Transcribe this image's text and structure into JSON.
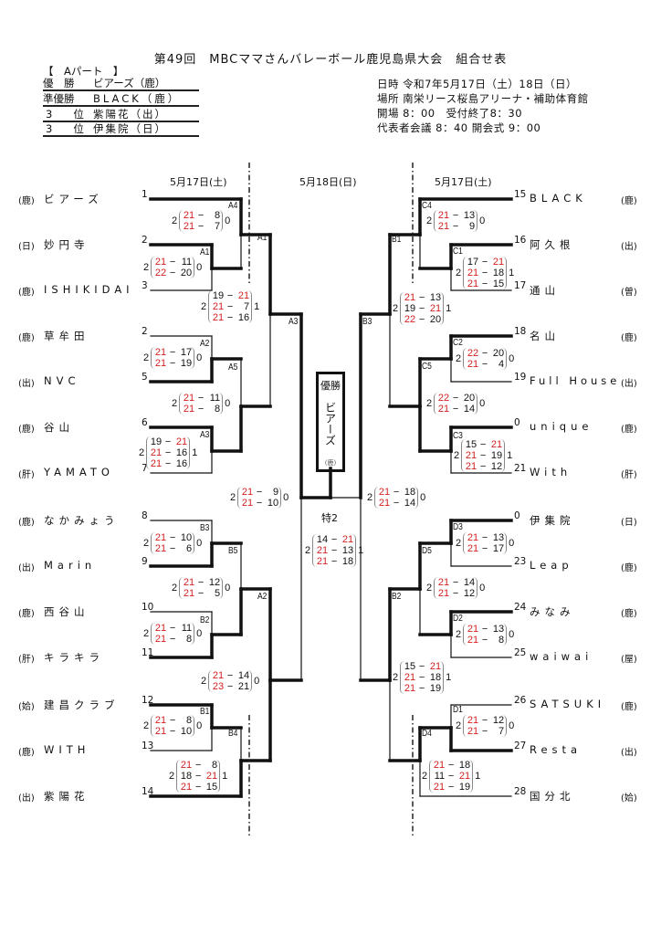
{
  "title": "第49回　MBCママさんバレーボール鹿児島県大会　組合せ表",
  "part": "【　Aパート　】",
  "results": [
    {
      "rank": "優　勝",
      "team": "ビアーズ（鹿）"
    },
    {
      "rank": "準優勝",
      "team": "BLACK（鹿）"
    },
    {
      "rank": "3　　位",
      "team": "紫陽花（出）"
    },
    {
      "rank": "3　　位",
      "team": "伊集院（日）"
    }
  ],
  "info": [
    "日時 令和7年5月17日（土）18日（日）",
    "場所 南栄リース桜島アリーナ・補助体育館",
    "開場 8：00　受付終了8：30",
    "代表者会議 8：40 開会式 9：00"
  ],
  "dates": {
    "left": "5月17日(土)",
    "center": "5月18日(日)",
    "right": "5月17日(土)"
  },
  "left_teams": [
    {
      "pref": "(鹿)",
      "name": "ビアーズ",
      "seed": "1"
    },
    {
      "pref": "(日)",
      "name": "妙円寺",
      "seed": "2"
    },
    {
      "pref": "(鹿)",
      "name": "ISHIKIDAI",
      "seed": "3"
    },
    {
      "pref": "(鹿)",
      "name": "草牟田",
      "seed": "2"
    },
    {
      "pref": "(出)",
      "name": "NVC",
      "seed": "5"
    },
    {
      "pref": "(鹿)",
      "name": "谷山",
      "seed": "6"
    },
    {
      "pref": "(肝)",
      "name": "YAMATO",
      "seed": "7"
    },
    {
      "pref": "(鹿)",
      "name": "なかみょう",
      "seed": "8"
    },
    {
      "pref": "(出)",
      "name": "Marin",
      "seed": "9"
    },
    {
      "pref": "(鹿)",
      "name": "西谷山",
      "seed": "10"
    },
    {
      "pref": "(肝)",
      "name": "キラキラ",
      "seed": "11"
    },
    {
      "pref": "(姶)",
      "name": "建昌クラブ",
      "seed": "12"
    },
    {
      "pref": "(鹿)",
      "name": "WITH",
      "seed": "13"
    },
    {
      "pref": "(出)",
      "name": "紫陽花",
      "seed": "14"
    }
  ],
  "right_teams": [
    {
      "pref": "(鹿)",
      "name": "BLACK",
      "seed": "15"
    },
    {
      "pref": "(出)",
      "name": "阿久根",
      "seed": "16"
    },
    {
      "pref": "(曽)",
      "name": "通山",
      "seed": "17"
    },
    {
      "pref": "(鹿)",
      "name": "名山",
      "seed": "18"
    },
    {
      "pref": "(出)",
      "name": "Full House",
      "seed": "19"
    },
    {
      "pref": "(鹿)",
      "name": "unique",
      "seed": "0"
    },
    {
      "pref": "(肝)",
      "name": "With",
      "seed": "21"
    },
    {
      "pref": "(日)",
      "name": "伊集院",
      "seed": "0"
    },
    {
      "pref": "(鹿)",
      "name": "Leap",
      "seed": "23"
    },
    {
      "pref": "(鹿)",
      "name": "みなみ",
      "seed": "24"
    },
    {
      "pref": "(屋)",
      "name": "waiwai",
      "seed": "25"
    },
    {
      "pref": "(鹿)",
      "name": "SATSUKI",
      "seed": "26"
    },
    {
      "pref": "(出)",
      "name": "Resta",
      "seed": "27"
    },
    {
      "pref": "(姶)",
      "name": "国分北",
      "seed": "28"
    }
  ],
  "labels": [
    "A4",
    "A1",
    "A1",
    "A3",
    "A2",
    "A5",
    "A3",
    "B3",
    "B5",
    "A2",
    "B2",
    "B1",
    "B4",
    "C4",
    "B1",
    "C1",
    "B3",
    "C2",
    "C5",
    "C3",
    "D3",
    "D5",
    "B2",
    "D2",
    "D1",
    "D4"
  ],
  "matches": [
    {
      "l": "2",
      "r": "0",
      "sets": [
        [
          "21",
          "8",
          "l"
        ],
        [
          "21",
          "7",
          "l"
        ]
      ]
    },
    {
      "l": "2",
      "r": "0",
      "sets": [
        [
          "21",
          "11",
          "l"
        ],
        [
          "22",
          "20",
          "l"
        ]
      ]
    },
    {
      "l": "2",
      "r": "1",
      "sets": [
        [
          "19",
          "21",
          "r"
        ],
        [
          "21",
          "7",
          "l"
        ],
        [
          "21",
          "16",
          "l"
        ]
      ]
    },
    {
      "l": "2",
      "r": "0",
      "sets": [
        [
          "21",
          "17",
          "l"
        ],
        [
          "21",
          "19",
          "l"
        ]
      ]
    },
    {
      "l": "2",
      "r": "0",
      "sets": [
        [
          "21",
          "11",
          "l"
        ],
        [
          "21",
          "8",
          "l"
        ]
      ]
    },
    {
      "l": "2",
      "r": "1",
      "sets": [
        [
          "19",
          "21",
          "r"
        ],
        [
          "21",
          "16",
          "l"
        ],
        [
          "21",
          "16",
          "l"
        ]
      ]
    },
    {
      "l": "2",
      "r": "0",
      "sets": [
        [
          "21",
          "9",
          "l"
        ],
        [
          "21",
          "10",
          "l"
        ]
      ]
    },
    {
      "l": "2",
      "r": "0",
      "sets": [
        [
          "21",
          "10",
          "l"
        ],
        [
          "21",
          "6",
          "l"
        ]
      ]
    },
    {
      "l": "2",
      "r": "0",
      "sets": [
        [
          "21",
          "12",
          "l"
        ],
        [
          "21",
          "5",
          "l"
        ]
      ]
    },
    {
      "l": "2",
      "r": "0",
      "sets": [
        [
          "21",
          "11",
          "l"
        ],
        [
          "21",
          "8",
          "l"
        ]
      ]
    },
    {
      "l": "2",
      "r": "0",
      "sets": [
        [
          "21",
          "14",
          "l"
        ],
        [
          "23",
          "21",
          "l"
        ]
      ]
    },
    {
      "l": "2",
      "r": "0",
      "sets": [
        [
          "21",
          "8",
          "l"
        ],
        [
          "21",
          "10",
          "l"
        ]
      ]
    },
    {
      "l": "2",
      "r": "1",
      "sets": [
        [
          "21",
          "8",
          "l"
        ],
        [
          "18",
          "21",
          "r"
        ],
        [
          "21",
          "15",
          "l"
        ]
      ]
    },
    {
      "l": "2",
      "r": "1",
      "sets": [
        [
          "14",
          "21",
          "r"
        ],
        [
          "21",
          "13",
          "l"
        ],
        [
          "21",
          "18",
          "l"
        ]
      ]
    },
    {
      "l": "2",
      "r": "0",
      "sets": [
        [
          "21",
          "13",
          "l"
        ],
        [
          "21",
          "9",
          "l"
        ]
      ]
    },
    {
      "l": "2",
      "r": "1",
      "sets": [
        [
          "17",
          "21",
          "r"
        ],
        [
          "21",
          "18",
          "l"
        ],
        [
          "21",
          "15",
          "l"
        ]
      ]
    },
    {
      "l": "2",
      "r": "1",
      "sets": [
        [
          "21",
          "13",
          "l"
        ],
        [
          "19",
          "21",
          "r"
        ],
        [
          "22",
          "20",
          "l"
        ]
      ]
    },
    {
      "l": "2",
      "r": "0",
      "sets": [
        [
          "22",
          "20",
          "l"
        ],
        [
          "21",
          "4",
          "l"
        ]
      ]
    },
    {
      "l": "2",
      "r": "0",
      "sets": [
        [
          "22",
          "20",
          "l"
        ],
        [
          "21",
          "14",
          "l"
        ]
      ]
    },
    {
      "l": "2",
      "r": "1",
      "sets": [
        [
          "15",
          "21",
          "r"
        ],
        [
          "21",
          "19",
          "l"
        ],
        [
          "21",
          "12",
          "l"
        ]
      ]
    },
    {
      "l": "2",
      "r": "0",
      "sets": [
        [
          "21",
          "18",
          "l"
        ],
        [
          "21",
          "14",
          "l"
        ]
      ]
    },
    {
      "l": "2",
      "r": "0",
      "sets": [
        [
          "21",
          "13",
          "l"
        ],
        [
          "21",
          "17",
          "l"
        ]
      ]
    },
    {
      "l": "2",
      "r": "0",
      "sets": [
        [
          "21",
          "14",
          "l"
        ],
        [
          "21",
          "12",
          "l"
        ]
      ]
    },
    {
      "l": "2",
      "r": "0",
      "sets": [
        [
          "21",
          "13",
          "l"
        ],
        [
          "21",
          "8",
          "l"
        ]
      ]
    },
    {
      "l": "2",
      "r": "1",
      "sets": [
        [
          "15",
          "21",
          "r"
        ],
        [
          "21",
          "18",
          "l"
        ],
        [
          "21",
          "19",
          "l"
        ]
      ]
    },
    {
      "l": "2",
      "r": "0",
      "sets": [
        [
          "21",
          "12",
          "l"
        ],
        [
          "21",
          "7",
          "l"
        ]
      ]
    },
    {
      "l": "2",
      "r": "1",
      "sets": [
        [
          "21",
          "18",
          "l"
        ],
        [
          "11",
          "21",
          "r"
        ],
        [
          "21",
          "19",
          "l"
        ]
      ]
    }
  ],
  "final": {
    "winner_heading": "優勝",
    "winner": "ビアーズ",
    "winner_pref": "(鹿)",
    "court": "特2"
  },
  "colors": {
    "win": "#d42020",
    "line": "#111111"
  }
}
